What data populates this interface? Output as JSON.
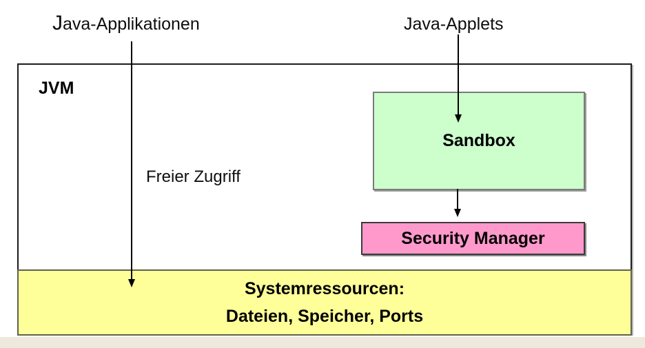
{
  "diagram": {
    "labels": {
      "java_applications": "Java-Applikationen",
      "java_applets": "Java-Applets",
      "jvm": "JVM",
      "free_access": "Freier Zugriff",
      "sandbox": "Sandbox",
      "security_manager": "Security Manager",
      "system_resources_line1": "Systemressourcen:",
      "system_resources_line2": "Dateien, Speicher, Ports"
    },
    "colors": {
      "sandbox_fill": "#ccffcc",
      "security_manager_fill": "#ff99cc",
      "system_resources_fill": "#ffff99",
      "background_strip": "#edeadd",
      "box_border": "#1b1b1b",
      "arrow": "#000000"
    }
  }
}
